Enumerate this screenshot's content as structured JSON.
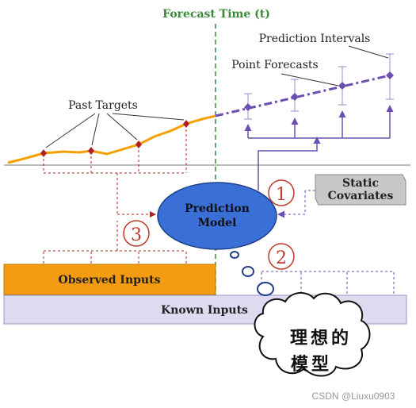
{
  "title": "Forecast Time (t)",
  "labels": {
    "prediction_intervals": "Prediction Intervals",
    "point_forecasts": "Point Forecasts",
    "past_targets": "Past Targets",
    "static_covariates_line1": "Static",
    "static_covariates_line2": "Covariates",
    "prediction_model_line1": "Prediction",
    "prediction_model_line2": "Model",
    "observed_inputs": "Observed Inputs",
    "known_inputs": "Known Inputs",
    "marker_1": "①",
    "marker_2": "②",
    "marker_3": "③",
    "cloud_line1": "理想的",
    "cloud_line2": "模型",
    "watermark": "CSDN @Liuxu0903"
  },
  "colors": {
    "forecast_line": "#3a8a3a",
    "past_target": "#f5a000",
    "forecast": "#6a4fb0",
    "connector": "#b02020",
    "ellipse": "#3a6fd8",
    "observed": "#f39c12",
    "known": "#dedbf0",
    "static_box": "#c8c8c8",
    "marker": "#c0392b"
  }
}
